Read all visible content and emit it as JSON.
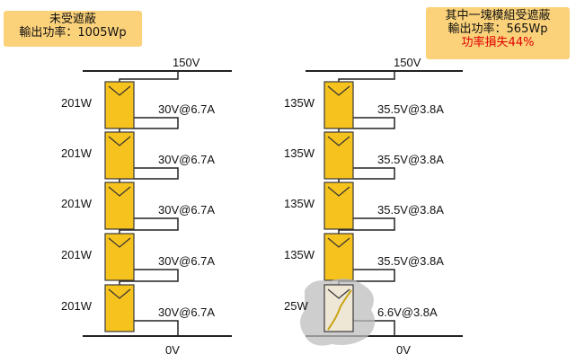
{
  "left_callout": {
    "title": "未受遮蔽",
    "output": "輸出功率：1005Wp"
  },
  "right_callout": {
    "title": "其中一塊模組受遮蔽",
    "output": "輸出功率：565Wp",
    "loss": "功率損失44%"
  },
  "left_string": {
    "top_voltage": "150V",
    "bottom_voltage": "0V",
    "modules": [
      {
        "power": "201W",
        "reading": "30V@6.7A",
        "shaded": false
      },
      {
        "power": "201W",
        "reading": "30V@6.7A",
        "shaded": false
      },
      {
        "power": "201W",
        "reading": "30V@6.7A",
        "shaded": false
      },
      {
        "power": "201W",
        "reading": "30V@6.7A",
        "shaded": false
      },
      {
        "power": "201W",
        "reading": "30V@6.7A",
        "shaded": false
      }
    ]
  },
  "right_string": {
    "top_voltage": "150V",
    "bottom_voltage": "0V",
    "modules": [
      {
        "power": "135W",
        "reading": "35.5V@3.8A",
        "shaded": false
      },
      {
        "power": "135W",
        "reading": "35.5V@3.8A",
        "shaded": false
      },
      {
        "power": "135W",
        "reading": "35.5V@3.8A",
        "shaded": false
      },
      {
        "power": "135W",
        "reading": "35.5V@3.8A",
        "shaded": false
      },
      {
        "power": "25W",
        "reading": "6.6V@3.8A",
        "shaded": true
      }
    ]
  },
  "colors": {
    "module_fill": "#f6c21e",
    "module_stroke": "#3a3a3a",
    "shaded_module_fill": "#efe7d6",
    "shadow": "#bdbdbd",
    "callout": "#fbd27a",
    "loss_text": "#e00000"
  }
}
